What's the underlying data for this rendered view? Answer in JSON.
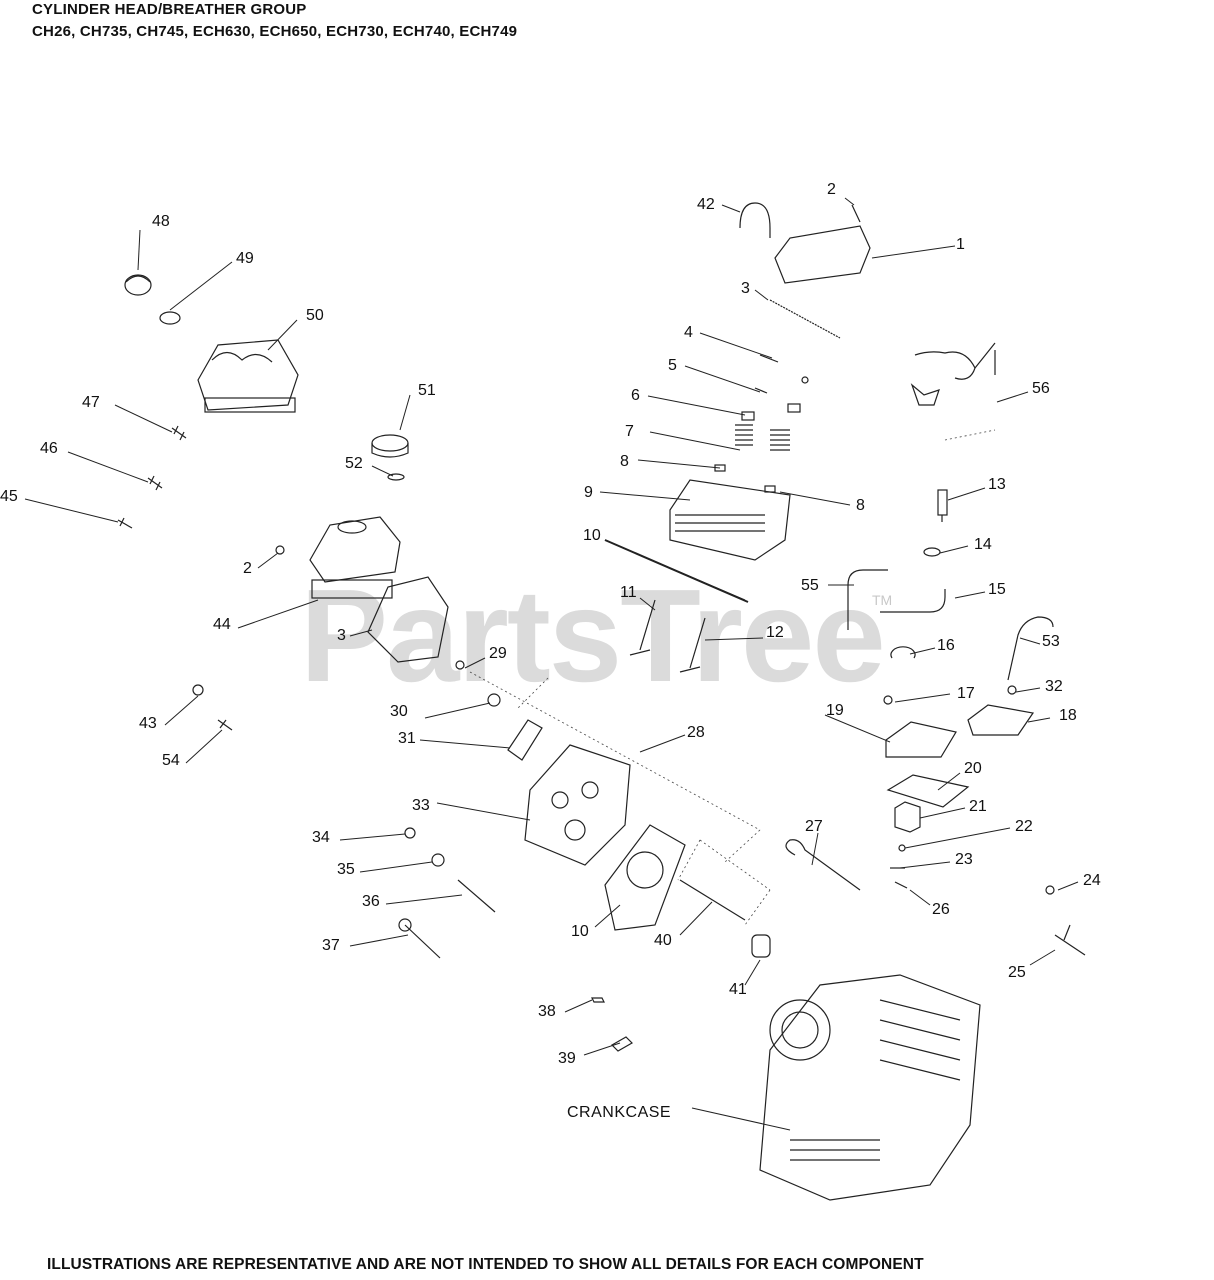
{
  "header": {
    "title": "CYLINDER HEAD/BREATHER GROUP",
    "models": "CH26, CH735, CH745, ECH630,  ECH650,  ECH730, ECH740, ECH749"
  },
  "watermark": {
    "text": "PartsTree",
    "trademark": "TM"
  },
  "footer": {
    "note": "ILLUSTRATIONS ARE REPRESENTATIVE AND ARE NOT INTENDED TO SHOW ALL DETAILS FOR EACH COMPONENT"
  },
  "crankcase_label": "CRANKCASE",
  "callouts": [
    {
      "id": "c48",
      "text": "48"
    },
    {
      "id": "c49",
      "text": "49"
    },
    {
      "id": "c50",
      "text": "50"
    },
    {
      "id": "c47",
      "text": "47"
    },
    {
      "id": "c46",
      "text": "46"
    },
    {
      "id": "c45",
      "text": "45"
    },
    {
      "id": "c51",
      "text": "51"
    },
    {
      "id": "c52",
      "text": "52"
    },
    {
      "id": "c2a",
      "text": "2"
    },
    {
      "id": "c44",
      "text": "44"
    },
    {
      "id": "c3a",
      "text": "3"
    },
    {
      "id": "c43",
      "text": "43"
    },
    {
      "id": "c54",
      "text": "54"
    },
    {
      "id": "c29",
      "text": "29"
    },
    {
      "id": "c30",
      "text": "30"
    },
    {
      "id": "c31",
      "text": "31"
    },
    {
      "id": "c28",
      "text": "28"
    },
    {
      "id": "c33",
      "text": "33"
    },
    {
      "id": "c34",
      "text": "34"
    },
    {
      "id": "c35",
      "text": "35"
    },
    {
      "id": "c36",
      "text": "36"
    },
    {
      "id": "c37",
      "text": "37"
    },
    {
      "id": "c10b",
      "text": "10"
    },
    {
      "id": "c40",
      "text": "40"
    },
    {
      "id": "c41",
      "text": "41"
    },
    {
      "id": "c38",
      "text": "38"
    },
    {
      "id": "c39",
      "text": "39"
    },
    {
      "id": "c42",
      "text": "42"
    },
    {
      "id": "c2b",
      "text": "2"
    },
    {
      "id": "c1",
      "text": "1"
    },
    {
      "id": "c3b",
      "text": "3"
    },
    {
      "id": "c4",
      "text": "4"
    },
    {
      "id": "c5",
      "text": "5"
    },
    {
      "id": "c6",
      "text": "6"
    },
    {
      "id": "c7",
      "text": "7"
    },
    {
      "id": "c8a",
      "text": "8"
    },
    {
      "id": "c9",
      "text": "9"
    },
    {
      "id": "c8b",
      "text": "8"
    },
    {
      "id": "c10a",
      "text": "10"
    },
    {
      "id": "c11",
      "text": "11"
    },
    {
      "id": "c12",
      "text": "12"
    },
    {
      "id": "c56",
      "text": "56"
    },
    {
      "id": "c13",
      "text": "13"
    },
    {
      "id": "c14",
      "text": "14"
    },
    {
      "id": "c55",
      "text": "55"
    },
    {
      "id": "c15",
      "text": "15"
    },
    {
      "id": "c53",
      "text": "53"
    },
    {
      "id": "c16",
      "text": "16"
    },
    {
      "id": "c17",
      "text": "17"
    },
    {
      "id": "c32",
      "text": "32"
    },
    {
      "id": "c19",
      "text": "19"
    },
    {
      "id": "c18",
      "text": "18"
    },
    {
      "id": "c20",
      "text": "20"
    },
    {
      "id": "c21",
      "text": "21"
    },
    {
      "id": "c22",
      "text": "22"
    },
    {
      "id": "c27",
      "text": "27"
    },
    {
      "id": "c23",
      "text": "23"
    },
    {
      "id": "c26",
      "text": "26"
    },
    {
      "id": "c24",
      "text": "24"
    },
    {
      "id": "c25",
      "text": "25"
    }
  ]
}
